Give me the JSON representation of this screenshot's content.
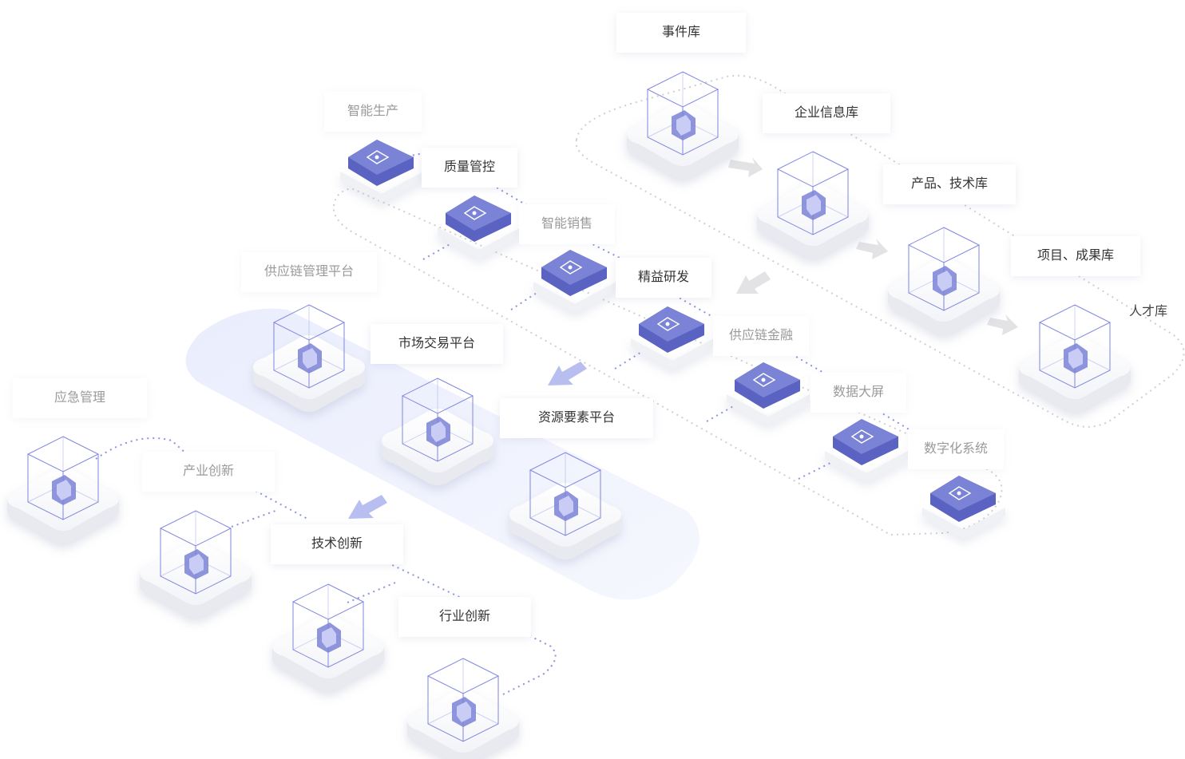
{
  "labels": {
    "event_lib": "事件库",
    "company_lib": "企业信息库",
    "product_lib": "产品、技术库",
    "project_lib": "项目、成果库",
    "talent_lib": "人才库",
    "smart_production": "智能生产",
    "quality_control": "质量管控",
    "smart_sales": "智能销售",
    "lean_rd": "精益研发",
    "supply_finance": "供应链金融",
    "big_screen": "数据大屏",
    "digital_system": "数字化系统",
    "supply_platform": "供应链管理平台",
    "market_platform": "市场交易平台",
    "resource_platform": "资源要素平台",
    "emergency": "应急管理",
    "industry_innovation": "产业创新",
    "tech_innovation": "技术创新",
    "sector_innovation": "行业创新"
  },
  "icons": {
    "event_lib": "bar-chart-icon",
    "company_lib": "ai-icon",
    "product_lib": "cloud-icon",
    "talent_lib": "person-icon",
    "smart_production": "flowchart-icon",
    "quality_control": "truck-icon",
    "smart_sales": "robot-icon",
    "lean_rd": "code-icon",
    "supply_finance": "globe-icon",
    "big_screen": "monitor-icon",
    "digital_system": "screen-icon",
    "supply_platform": "gear-icon",
    "market_platform": "magnifier-icon",
    "resource_platform": "refresh-icon",
    "emergency": "alert-monitor-icon",
    "industry_innovation": "factory-icon",
    "tech_innovation": "molecule-icon",
    "sector_innovation": "building-icon"
  },
  "colors": {
    "accent": "#7b83d6",
    "accent_dark": "#5a62c2",
    "band": "#eef1fd",
    "dots": "#8b92e0",
    "gray_dots": "#c8c8cc",
    "arrow": "#e3e3e6",
    "arrow_blue": "#b9bef0"
  }
}
